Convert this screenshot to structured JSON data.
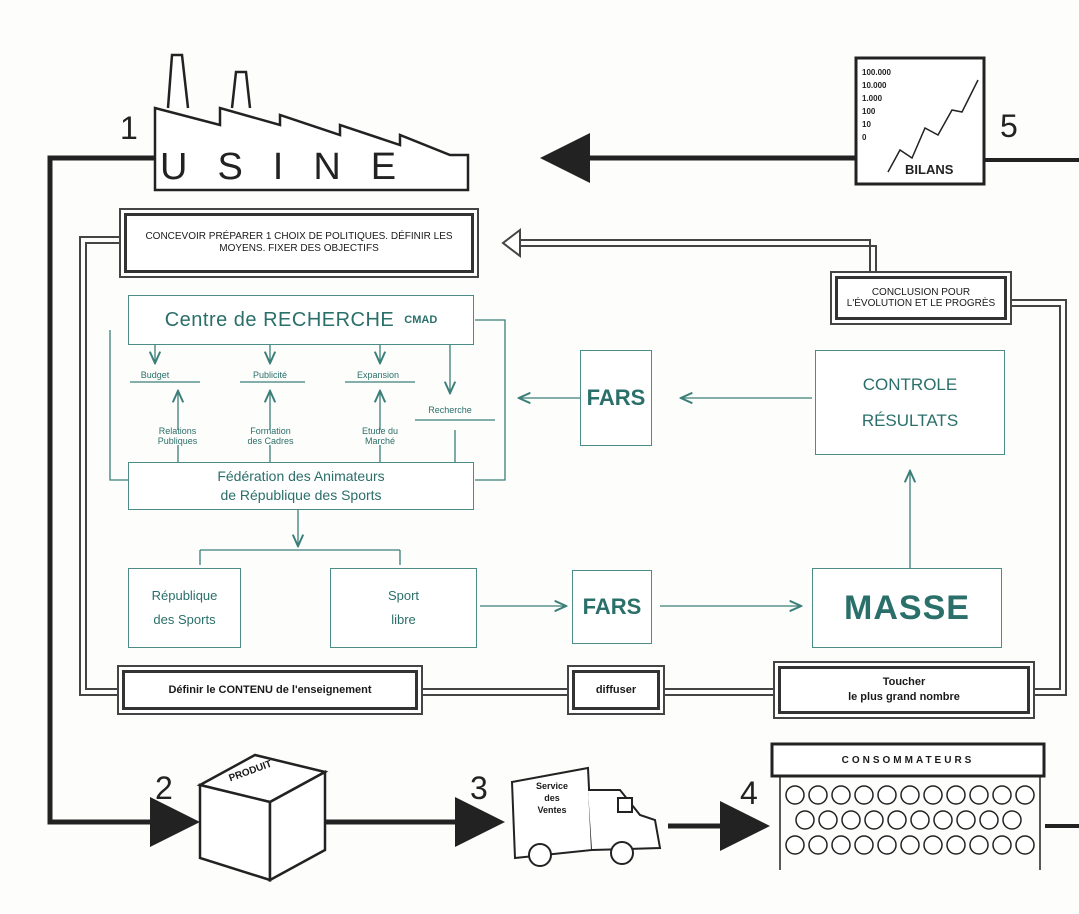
{
  "steps": {
    "n1": "1",
    "n2": "2",
    "n3": "3",
    "n4": "4",
    "n5": "5"
  },
  "usine": {
    "label": "USINE"
  },
  "bilans": {
    "label": "BILANS",
    "scale": [
      "100.000",
      "10.000",
      "1.000",
      "100",
      "10",
      "0"
    ]
  },
  "concevoir": {
    "text": "CONCEVOIR PRÉPARER 1 CHOIX DE POLITIQUES. DÉFINIR LES MOYENS. FIXER DES OBJECTIFS"
  },
  "conclusion": {
    "text": "CONCLUSION POUR L'ÉVOLUTION ET LE PROGRÈS"
  },
  "centre": {
    "label": "Centre de RECHERCHE",
    "tag": "CMAD"
  },
  "sub_top": [
    "Budget",
    "Publicité",
    "Expansion",
    "Recherche"
  ],
  "sub_bottom": [
    "Relations Publiques",
    "Formation des Cadres",
    "Etude du Marché"
  ],
  "federation": {
    "line1": "Fédération des Animateurs",
    "line2": "de République des Sports"
  },
  "fars1": "FARS",
  "fars2": "FARS",
  "controle": {
    "line1": "CONTROLE",
    "line2": "RÉSULTATS"
  },
  "republique": {
    "line1": "République",
    "line2": "des Sports"
  },
  "sport": {
    "line1": "Sport",
    "line2": "libre"
  },
  "masse": "MASSE",
  "definir": "Définir le CONTENU de l'enseignement",
  "diffuser": "diffuser",
  "toucher": {
    "line1": "Toucher",
    "line2": "le plus grand nombre"
  },
  "produit": "PRODUIT",
  "service": {
    "line1": "Service",
    "line2": "des",
    "line3": "Ventes"
  },
  "consommateurs": "CONSOMMATEURS"
}
